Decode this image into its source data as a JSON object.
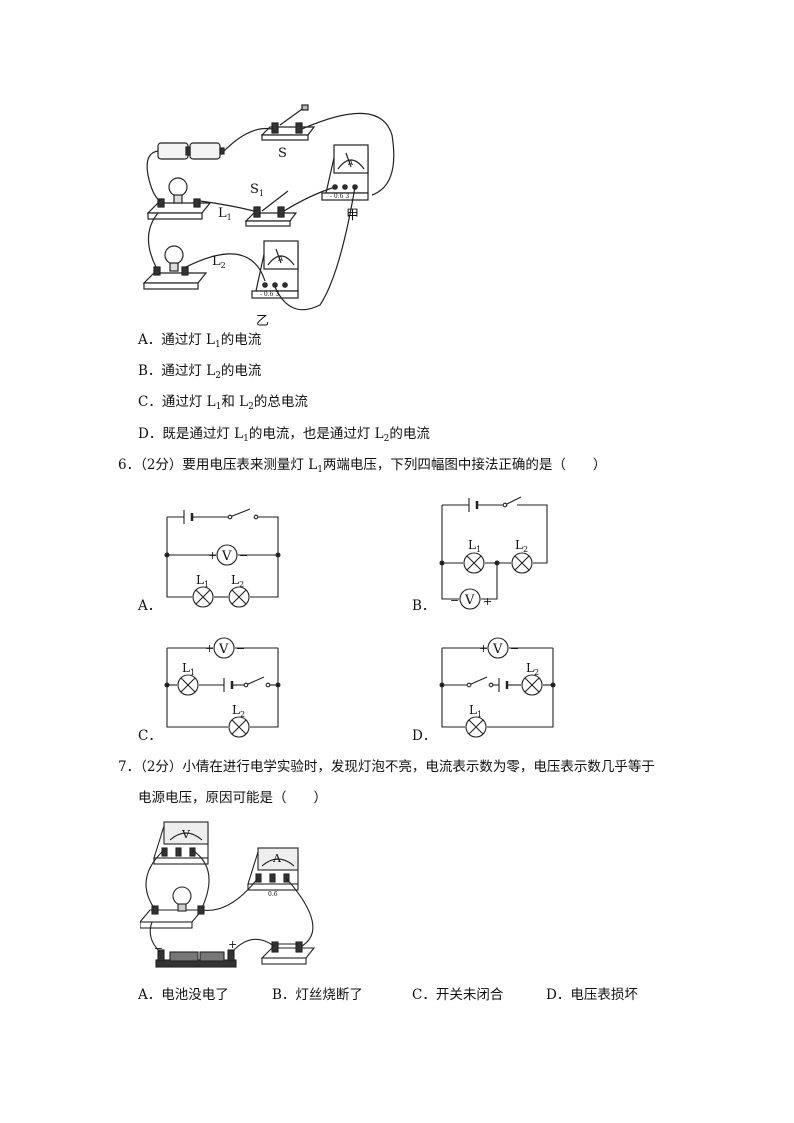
{
  "fig5": {
    "switch_s": "S",
    "switch_s1": "S",
    "switch_s1_sub": "1",
    "lamp_l1": "L",
    "lamp_l1_sub": "1",
    "lamp_l2": "L",
    "lamp_l2_sub": "2",
    "meter_jia": "甲",
    "meter_yi": "乙",
    "meter_unit": "A",
    "meter_terminals": "- 0.6 3"
  },
  "q5_options": {
    "A": {
      "pre": "A．通过灯 L",
      "sub": "1",
      "post": "的电流"
    },
    "B": {
      "pre": "B．通过灯 L",
      "sub": "2",
      "post": "的电流"
    },
    "C": {
      "pre": "C．通过灯 L",
      "sub": "1",
      "mid": "和 L",
      "sub2": "2",
      "post": "的总电流"
    },
    "D": {
      "pre": "D．既是通过灯 L",
      "sub": "1",
      "mid": "的电流，也是通过灯 L",
      "sub2": "2",
      "post": "的电流"
    }
  },
  "q6": {
    "stem_pre": "6．（2分）要用电压表来测量灯 L",
    "stem_sub": "1",
    "stem_post": "两端电压，下列四幅图中接法正确的是（　　）",
    "labels": {
      "A": "A．",
      "B": "B．",
      "C": "C．",
      "D": "D．"
    },
    "voltmeter": "V",
    "plus": "+",
    "minus": "−",
    "lamp1": "L",
    "lamp1_sub": "1",
    "lamp2": "L",
    "lamp2_sub": "2"
  },
  "q7": {
    "stem_line1": "7．（2分）小倩在进行电学实验时，发现灯泡不亮，电流表示数为零，电压表示数几乎等于",
    "stem_line2": "电源电压，原因可能是（　　）",
    "fig": {
      "voltmeter": "V",
      "ammeter": "A",
      "minus": "−",
      "plus": "+",
      "terminal": "0.6"
    },
    "options": {
      "A": "A．电池没电了",
      "B": "B．灯丝烧断了",
      "C": "C．开关未闭合",
      "D": "D．电压表损坏"
    }
  }
}
